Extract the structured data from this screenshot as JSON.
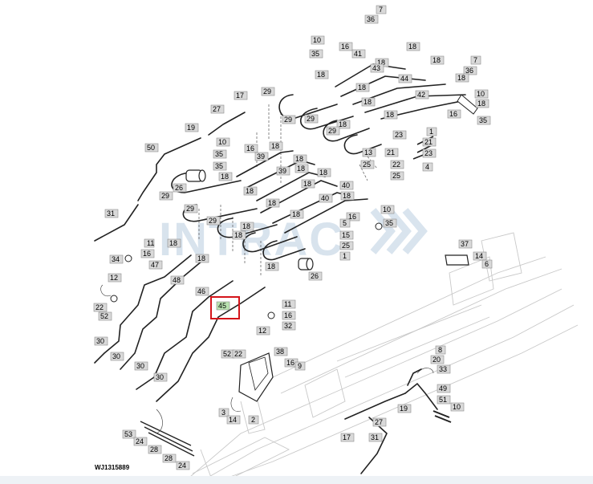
{
  "diagram": {
    "figure_code": "WJ1315889",
    "watermark": "INTRAC",
    "highlighted_callout": "45",
    "callouts": [
      "7",
      "36",
      "18",
      "10",
      "16",
      "35",
      "41",
      "18",
      "43",
      "18",
      "7",
      "18",
      "44",
      "36",
      "18",
      "29",
      "42",
      "10",
      "17",
      "18",
      "18",
      "18",
      "16",
      "35",
      "27",
      "29",
      "18",
      "29",
      "18",
      "19",
      "29",
      "1",
      "21",
      "23",
      "10",
      "16",
      "18",
      "35",
      "18",
      "39",
      "13",
      "21",
      "23",
      "50",
      "35",
      "18",
      "39",
      "18",
      "25",
      "22",
      "4",
      "26",
      "18",
      "25",
      "18",
      "40",
      "18",
      "29",
      "18",
      "40",
      "10",
      "16",
      "35",
      "29",
      "18",
      "18",
      "29",
      "5",
      "18",
      "31",
      "18",
      "11",
      "15",
      "16",
      "25",
      "34",
      "47",
      "18",
      "1",
      "18",
      "37",
      "14",
      "6",
      "12",
      "18",
      "48",
      "46",
      "26",
      "45",
      "11",
      "16",
      "32",
      "22",
      "52",
      "12",
      "52",
      "22",
      "30",
      "30",
      "30",
      "30",
      "38",
      "16",
      "9",
      "8",
      "20",
      "33",
      "49",
      "51",
      "3",
      "14",
      "2",
      "19",
      "10",
      "27",
      "53",
      "24",
      "28",
      "17",
      "31",
      "28",
      "24"
    ]
  }
}
